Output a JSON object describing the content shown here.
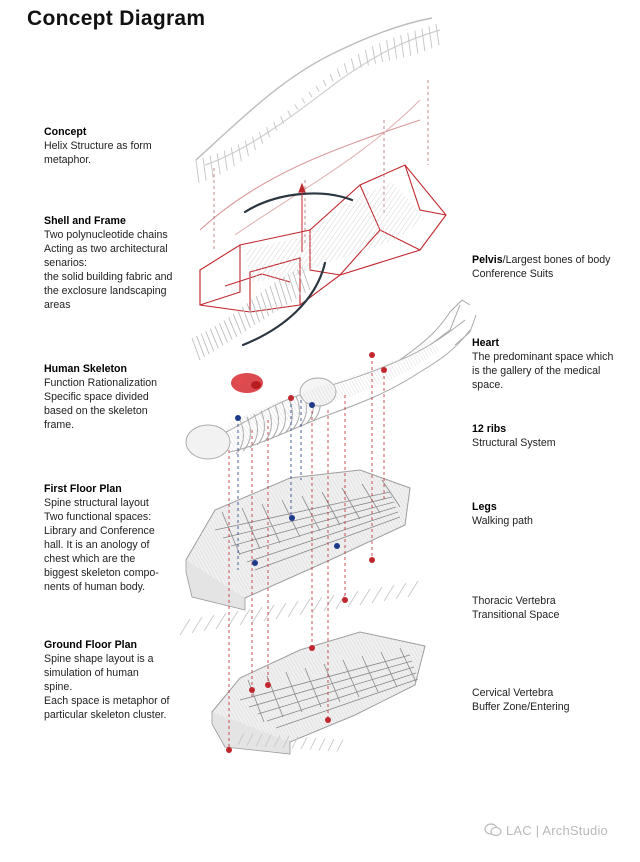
{
  "title": "Concept Diagram",
  "left_notes": [
    {
      "heading": "Concept",
      "lines": [
        "Helix Structure as form",
        "metaphor."
      ]
    },
    {
      "heading": "Shell and Frame",
      "lines": [
        "Two polynucleotide chains",
        "Acting as two architectural",
        "senarios:",
        "the solid building fabric and",
        "the exclosure landscaping",
        "areas"
      ]
    },
    {
      "heading": "Human Skeleton",
      "lines": [
        "Function Rationalization",
        "Specific space divided",
        "based on the skeleton",
        "frame."
      ]
    },
    {
      "heading": "First Floor Plan",
      "lines": [
        "Spine structural layout",
        "Two functional spaces:",
        "Library and Conference",
        "hall. It is an anology of",
        "chest which are the",
        "biggest skeleton compo-",
        "nents of human body."
      ]
    },
    {
      "heading": "Ground Floor Plan",
      "lines": [
        "Spine shape layout is a",
        "simulation of human",
        "spine.",
        "Each space is metaphor of",
        "particular skeleton cluster."
      ]
    }
  ],
  "right_notes": [
    {
      "bold": "Pelvis",
      "rest": "/Largest bones of body",
      "lines": [
        "Conference Suits"
      ]
    },
    {
      "bold": "Heart",
      "rest": "",
      "lines": [
        "The predominant space which",
        "is the gallery of the medical",
        "space."
      ]
    },
    {
      "bold": "12 ribs",
      "rest": "",
      "lines": [
        "Structural System"
      ]
    },
    {
      "bold": "Legs",
      "rest": "",
      "lines": [
        "Walking path"
      ]
    },
    {
      "bold": "",
      "rest": "Thoracic Vertebra",
      "lines": [
        "Transitional Space"
      ]
    },
    {
      "bold": "",
      "rest": "Cervical Vertebra",
      "lines": [
        "Buffer Zone/Entering"
      ]
    }
  ],
  "watermark": "LAC | ArchStudio",
  "colors": {
    "accent_red": "#c0282d",
    "accent_blue": "#1f3a8a",
    "dark_curve": "#2b3640",
    "line_gray": "#9a9a9a"
  }
}
